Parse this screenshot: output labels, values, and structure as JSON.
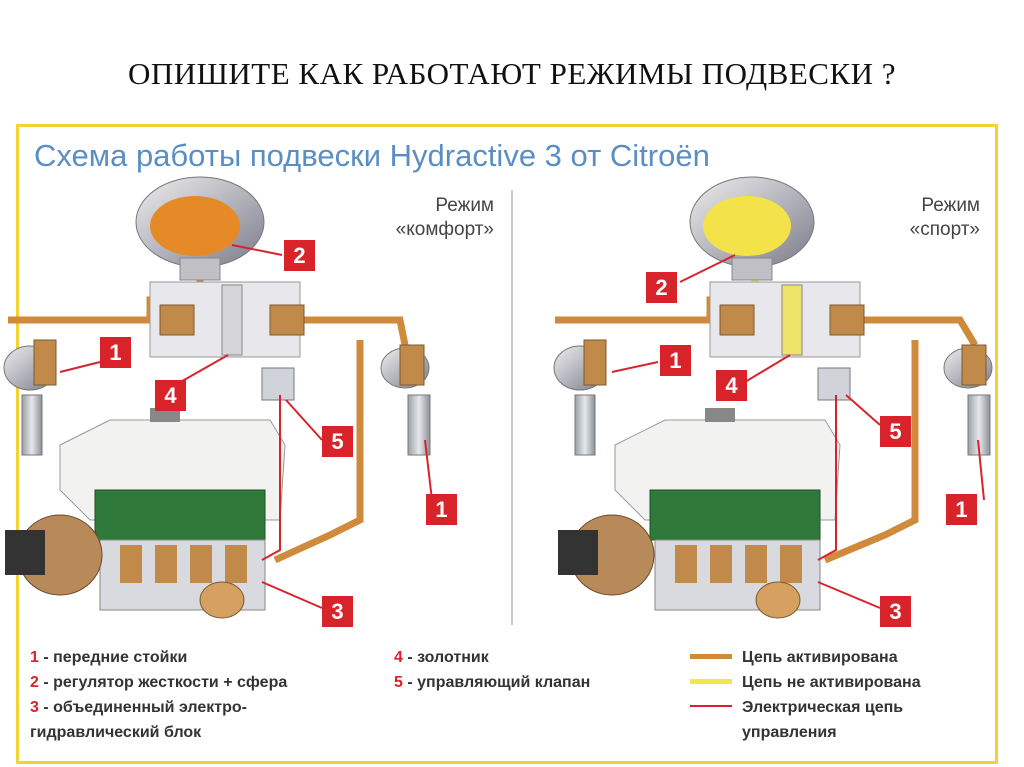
{
  "slide_title": "ОПИШИТЕ КАК РАБОТАЮТ РЕЖИМЫ ПОДВЕСКИ ?",
  "diagram_title": "Схема работы подвески Hydractive 3 от Citroën",
  "modes": {
    "comfort": [
      "Режим",
      "«комфорт»"
    ],
    "sport": [
      "Режим",
      "«спорт»"
    ]
  },
  "badges": {
    "front_struts": "1",
    "regulator": "2",
    "hydro_block": "3",
    "spool": "4",
    "valve": "5"
  },
  "legend_parts": [
    {
      "num": "1",
      "text": " - передние стойки"
    },
    {
      "num": "2",
      "text": " - регулятор жесткости + сфера"
    },
    {
      "num": "3",
      "text": " - объединенный электро-"
    },
    {
      "num": "",
      "text": "гидравлический блок"
    },
    {
      "num": "4",
      "text": " - золотник"
    },
    {
      "num": "5",
      "text": " - управляющий клапан"
    }
  ],
  "legend_lines": [
    {
      "label": "Цепь активирована",
      "color": "#d08a3c"
    },
    {
      "label": "Цепь не активирована",
      "color": "#f1e64a"
    },
    {
      "label": "Электрическая цепь",
      "color": "#d8232a"
    },
    {
      "label": "управления",
      "color": ""
    }
  ],
  "colors": {
    "active": "#d08a3c",
    "inactive": "#f1e64a",
    "electric": "#d8232a",
    "badge": "#d8232a",
    "title_blue": "#5b8fc4",
    "frame": "#f2d335"
  }
}
